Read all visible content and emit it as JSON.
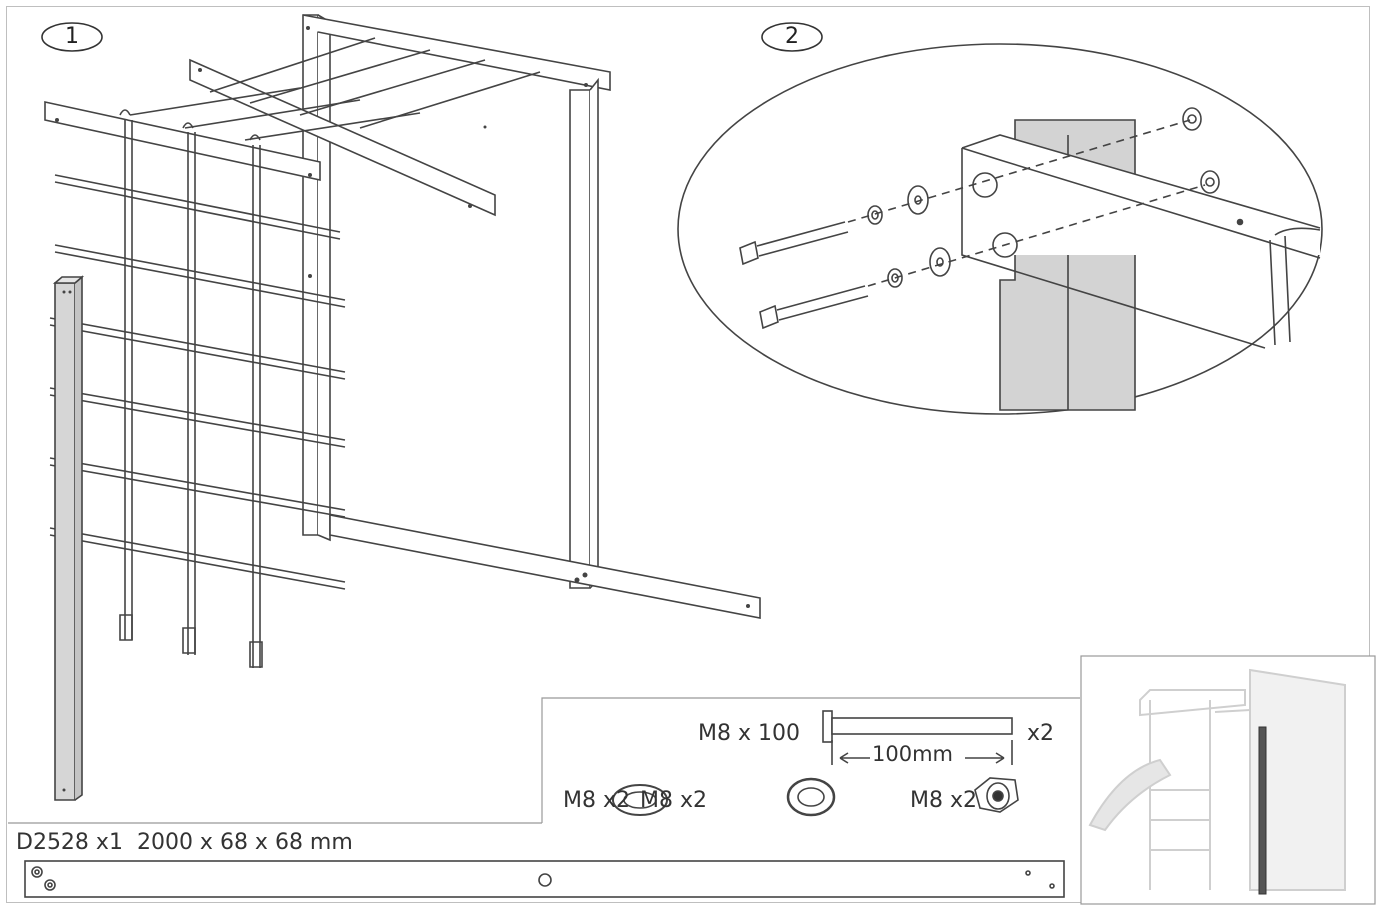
{
  "steps": [
    {
      "number": "1"
    },
    {
      "number": "2"
    }
  ],
  "hardware": {
    "bolt_label": "M8 x 100",
    "bolt_qty": "x2",
    "bolt_length": "100mm",
    "washer_label": "M8 x2",
    "spring_washer_label": "M8 x2",
    "tnut_label": "M8 x2"
  },
  "part": {
    "code": "D2528 x1",
    "dimensions": "2000 x 68 x 68 mm"
  },
  "colors": {
    "line": "#444444",
    "fill_grey": "#d6d6d6",
    "highlight": "#555555"
  }
}
